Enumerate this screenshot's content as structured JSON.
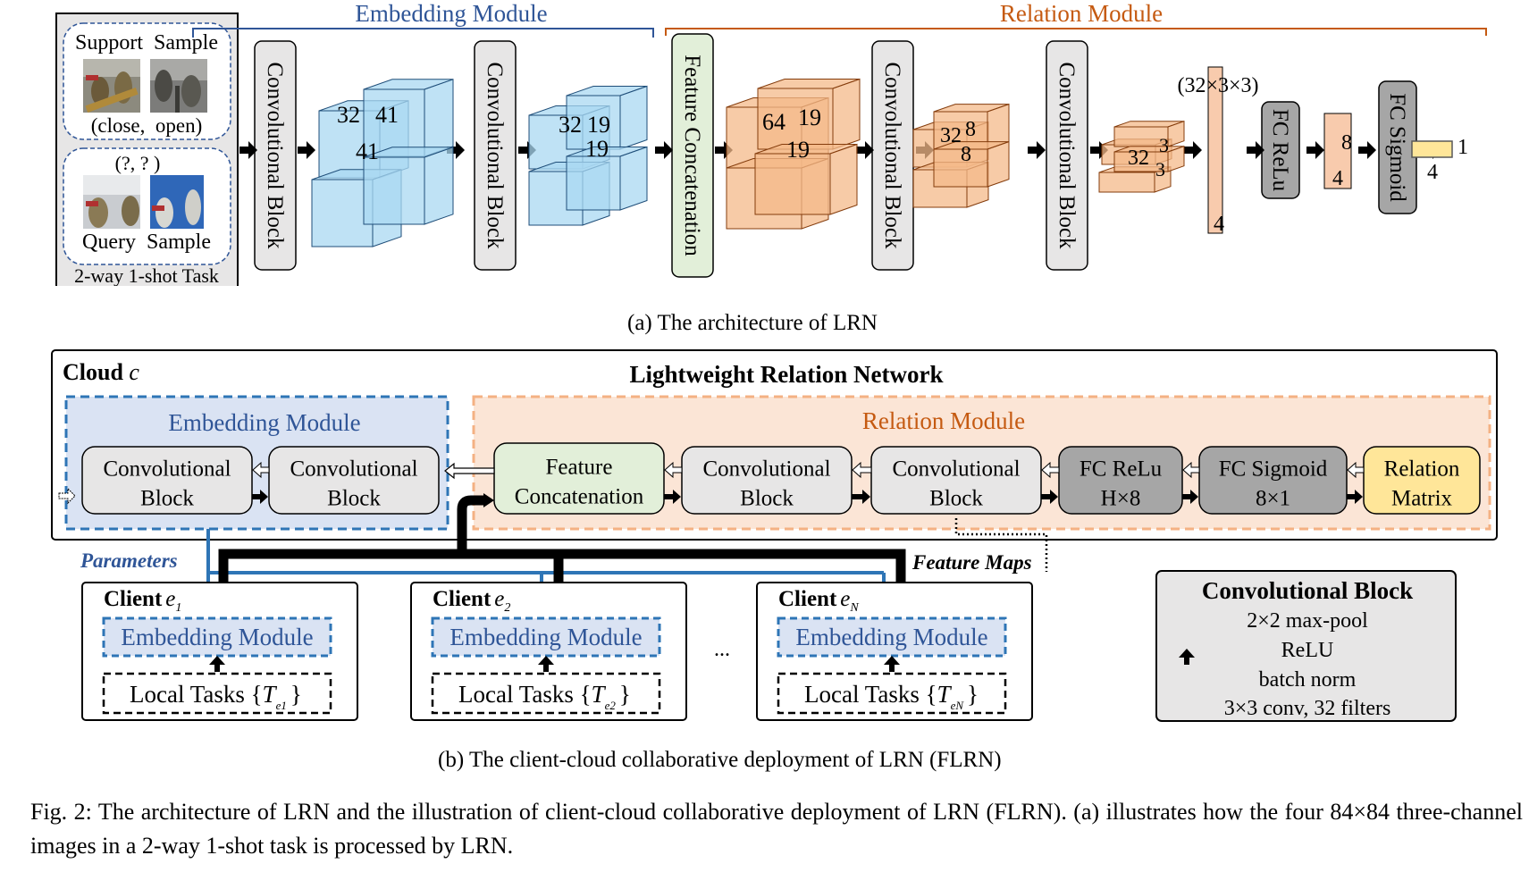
{
  "part_a": {
    "caption": "(a) The architecture of LRN",
    "task_box": {
      "support_title": "Support  Sample",
      "support_labels": "(close,  open)",
      "query_labels": "(?, ? )",
      "query_title": "Query  Sample",
      "task_label": "2-way 1-shot Task"
    },
    "embedding_bracket_label": "Embedding Module",
    "relation_bracket_label": "Relation Module",
    "conv_block_label": "Convolutional  Block",
    "feature_concat_label": "Feature  Concatenation",
    "fc_relu_label": "FC ReLu",
    "fc_sigmoid_label": "FC Sigmoid",
    "feature_maps": [
      {
        "id": "emb1",
        "channels": "32",
        "width": "41",
        "height": "41"
      },
      {
        "id": "emb2",
        "channels": "32",
        "width": "19",
        "height": "19"
      },
      {
        "id": "rel0",
        "channels": "64",
        "width": "19",
        "height": "19"
      },
      {
        "id": "rel1",
        "channels": "32",
        "width": "8",
        "height": "8"
      },
      {
        "id": "rel2",
        "channels": "32",
        "width": "3",
        "height": "3"
      }
    ],
    "flatten": {
      "shape_label": "(32×3×3)",
      "count": "4"
    },
    "fc_hidden": {
      "rows": "4",
      "cols": "8"
    },
    "output": {
      "rows": "4",
      "cols": "1"
    },
    "colors": {
      "embedding": "#a9d8f2",
      "relation": "#f4b98a",
      "output": "#ffe699",
      "concat": "#e2efd9",
      "block": "#e7e6e6",
      "fc": "#a6a6a6"
    }
  },
  "part_b": {
    "caption": "(b) The client-cloud collaborative deployment of LRN (FLRN)",
    "cloud_label": "Cloud",
    "cloud_var": "c",
    "network_title": "Lightweight Relation Network",
    "embedding_module": {
      "title": "Embedding Module",
      "blocks": [
        {
          "line1": "Convolutional",
          "line2": "Block"
        },
        {
          "line1": "Convolutional",
          "line2": "Block"
        }
      ]
    },
    "relation_module": {
      "title": "Relation Module",
      "blocks": [
        {
          "line1": "Feature",
          "line2": "Concatenation"
        },
        {
          "line1": "Convolutional",
          "line2": "Block"
        },
        {
          "line1": "Convolutional",
          "line2": "Block"
        },
        {
          "line1": "FC ReLu",
          "line2": "H×8"
        },
        {
          "line1": "FC Sigmoid",
          "line2": "8×1"
        },
        {
          "line1": "Relation",
          "line2": "Matrix"
        }
      ]
    },
    "parameters_label": "Parameters",
    "feature_maps_label": "Feature Maps",
    "clients": [
      {
        "label": "Client",
        "var": "e",
        "sub": "1",
        "module": "Embedding Module",
        "tasks": "Local Tasks {T",
        "task_sub": "e1",
        "tasks_end": "}"
      },
      {
        "label": "Client",
        "var": "e",
        "sub": "2",
        "module": "Embedding Module",
        "tasks": "Local Tasks {T",
        "task_sub": "e2",
        "tasks_end": "}"
      },
      {
        "label": "Client",
        "var": "e",
        "sub": "N",
        "module": "Embedding Module",
        "tasks": "Local Tasks {T",
        "task_sub": "eN",
        "tasks_end": "}"
      }
    ],
    "ellipsis": "...",
    "conv_block_detail": {
      "title": "Convolutional Block",
      "layers": [
        "2×2 max-pool",
        "ReLU",
        "batch norm",
        "3×3 conv, 32 filters"
      ]
    },
    "colors": {
      "blue": "#2e75b6",
      "blue_text": "#2f5597",
      "orange_text": "#c55a11",
      "embed_bg": "#dae3f3",
      "relation_bg": "#fbe5d6",
      "relation_border": "#f4b183"
    }
  },
  "figure_caption": "Fig. 2: The architecture of LRN and the illustration of client-cloud collaborative deployment of LRN (FLRN). (a) illustrates how the four 84×84 three-channel images in a 2-way 1-shot task is processed by LRN."
}
